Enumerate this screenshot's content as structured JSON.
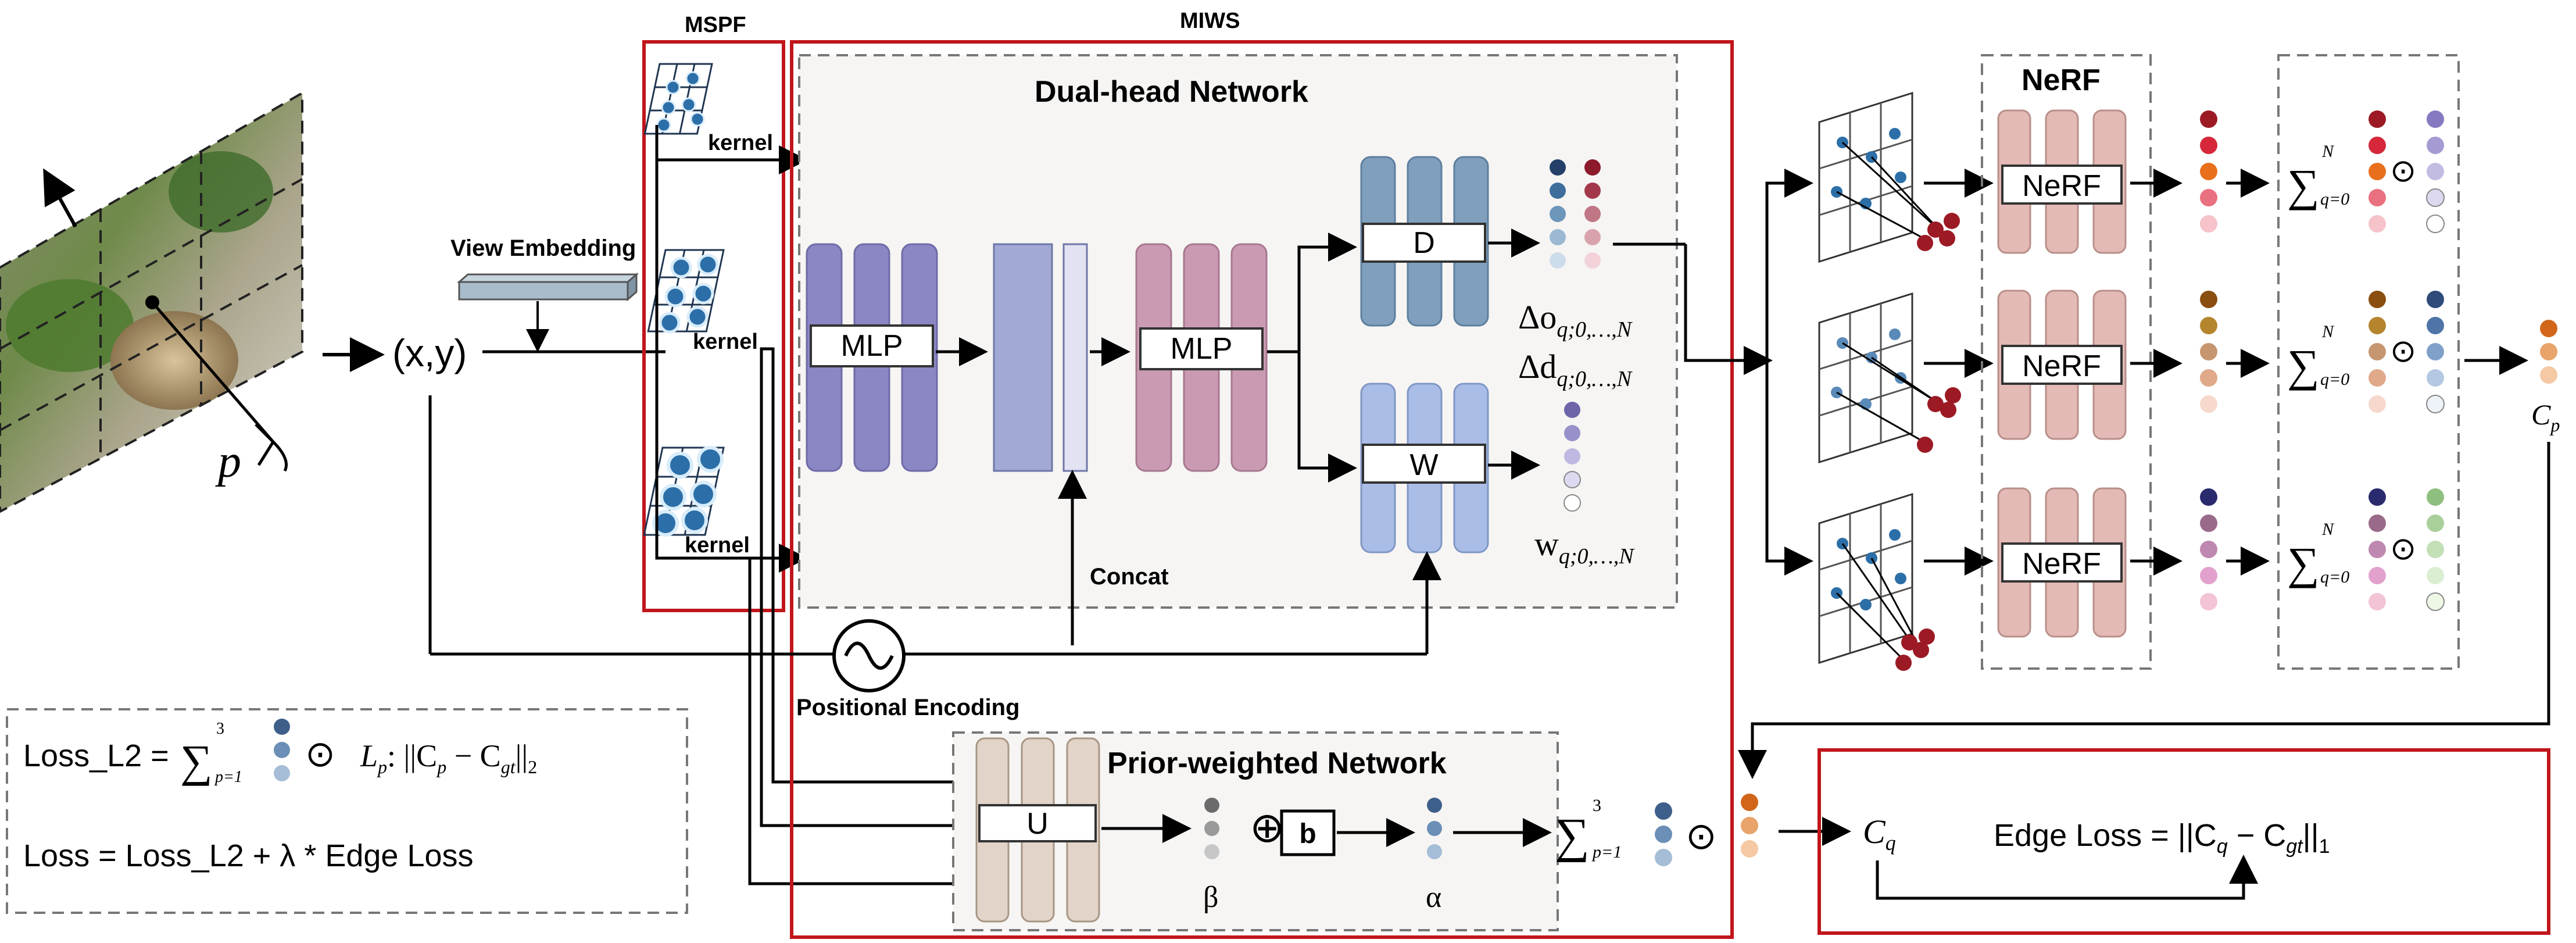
{
  "labels": {
    "mspf": "MSPF",
    "miws": "MIWS",
    "dual_head": "Dual-head Network",
    "nerf_title": "NeRF",
    "nerf_block": "NeRF",
    "view_embedding": "View Embedding",
    "xy": "(x,y)",
    "p": "p",
    "kernel": "kernel",
    "mlp": "MLP",
    "d_block": "D",
    "w_block": "W",
    "delta_o": "Δo",
    "delta_d": "Δd",
    "w_sym": "w",
    "q_sub": "q;0,…,N",
    "concat": "Concat",
    "pos_enc": "Positional Encoding",
    "prior": "Prior-weighted  Network",
    "u_block": "U",
    "beta": "β",
    "alpha": "α",
    "b_block": "b",
    "oplus": "⊕",
    "odot": "⊙",
    "sigma": "∑",
    "sup_N": "N",
    "sub_q0": "q=0",
    "sup_3": "3",
    "sub_p1": "p=1",
    "c_p": "C",
    "c_p_sub": "p",
    "c_q": "C",
    "c_q_sub": "q",
    "edge_loss": "Edge Loss  =   ||C",
    "edge_loss_sub1": "q",
    "edge_loss_mid": " − C",
    "edge_loss_sub2": "gt",
    "edge_loss_end": "||",
    "edge_loss_norm": "1",
    "loss_l2": "Loss_L2  =",
    "lp": "L",
    "lp_sub": "p",
    "lp_colon": ":   ||C",
    "lp_sub2": "p",
    "lp_mid": " − C",
    "lp_sub3": "gt",
    "lp_end": "||",
    "lp_norm": "2",
    "loss_total": "Loss = Loss_L2 +  λ * Edge Loss"
  },
  "colors": {
    "red_box": "#c0161b",
    "mlp_blue": "#8b86c4",
    "mlp_pink": "#c99ab2",
    "d_blue": "#7f9fbd",
    "w_blue": "#a9bde6",
    "nerf_pink": "#e3bab5",
    "u_beige": "#e2d4c8",
    "dash_bg": "#f6f5f3"
  }
}
